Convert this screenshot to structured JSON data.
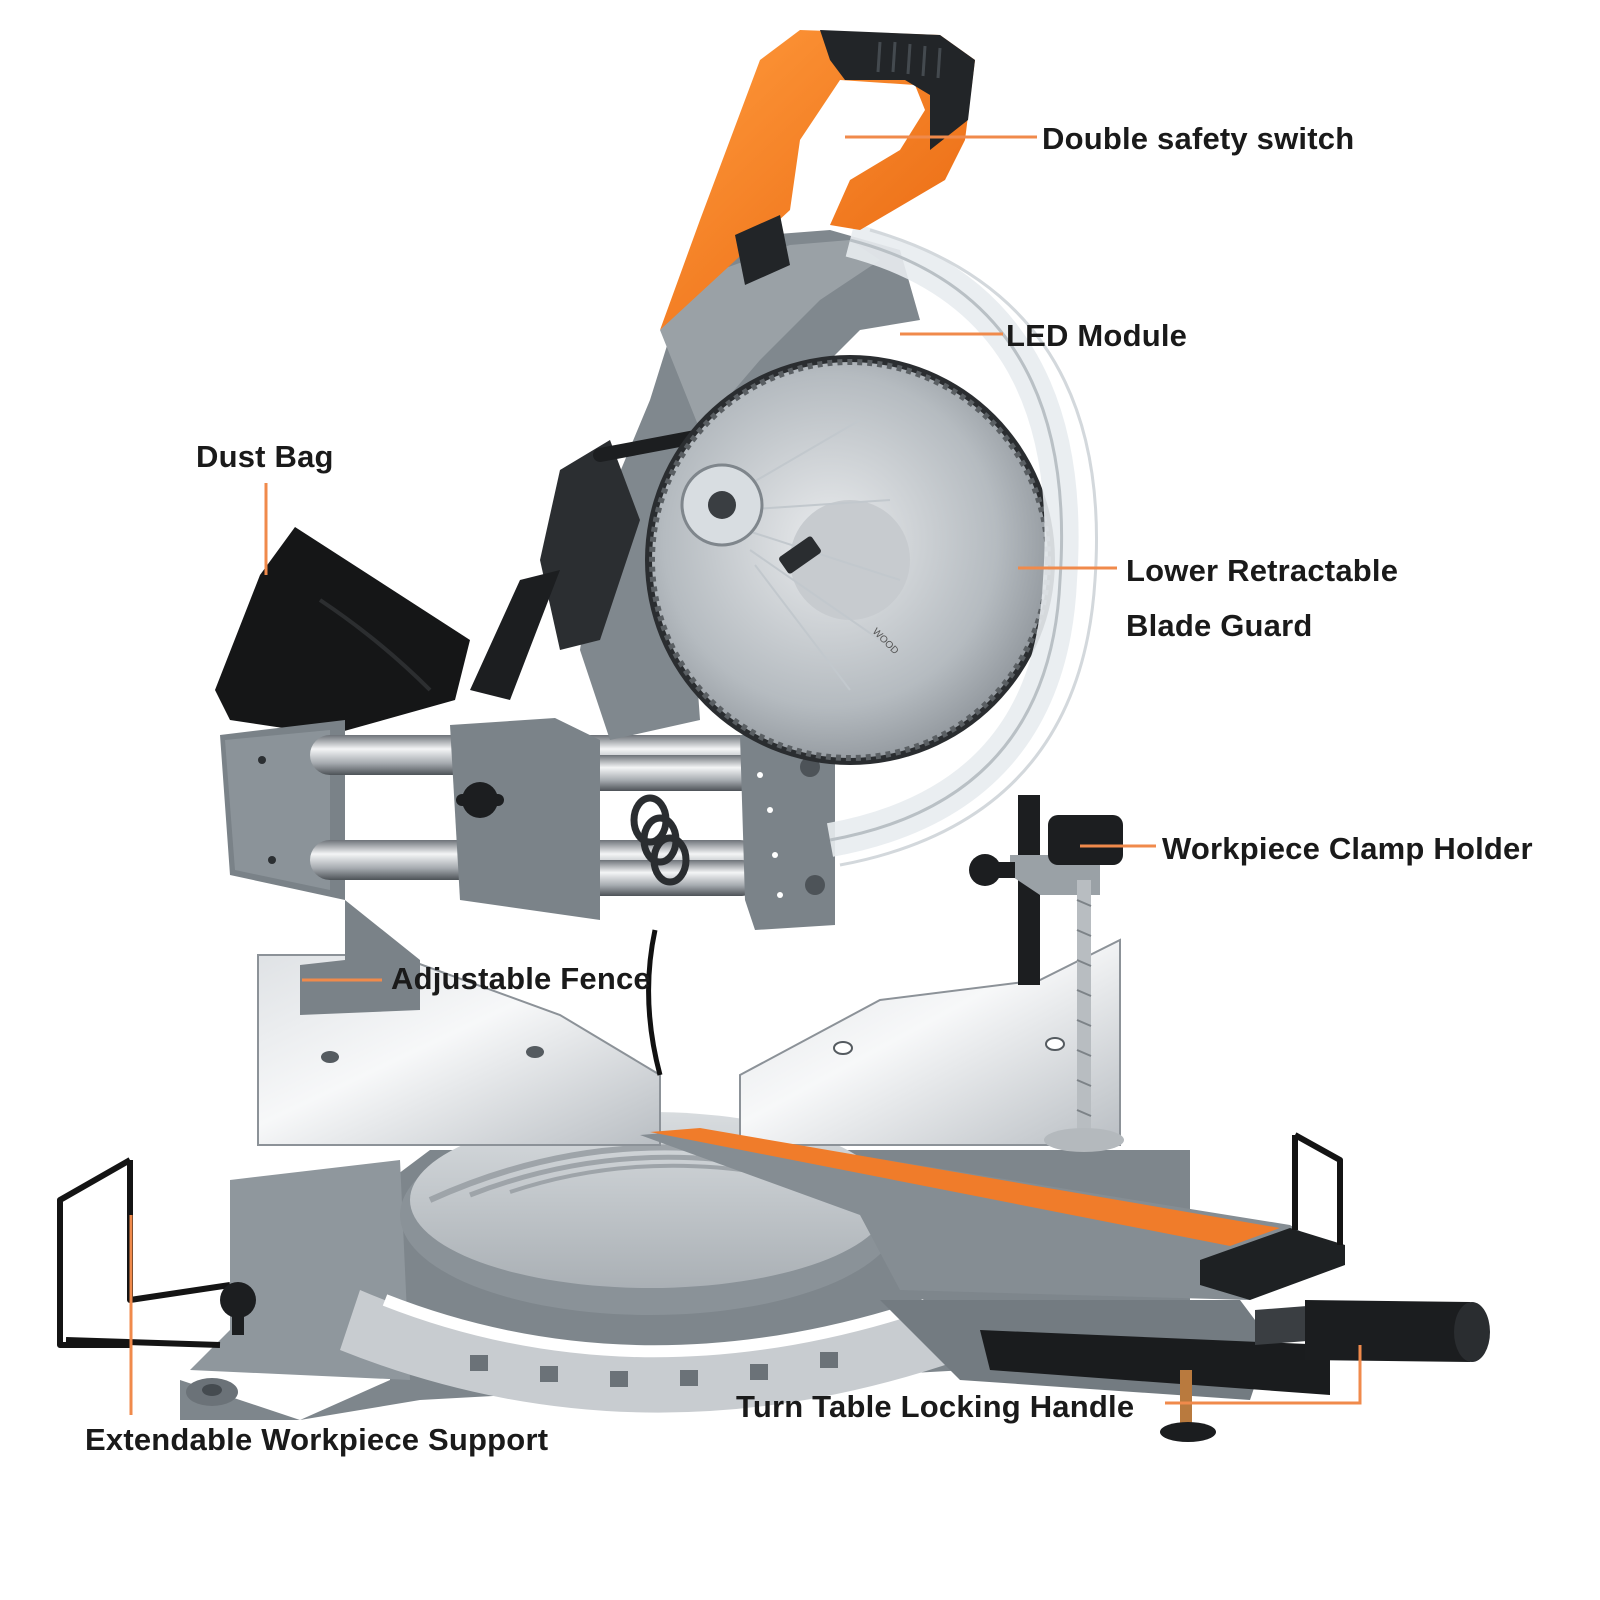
{
  "accent_color": "#f08a4b",
  "labels": {
    "double_safety_switch": "Double safety switch",
    "led_module": "LED Module",
    "dust_bag": "Dust Bag",
    "lower_blade_guard_line1": "Lower Retractable",
    "lower_blade_guard_line2": "Blade Guard",
    "workpiece_clamp_holder": "Workpiece Clamp Holder",
    "adjustable_fence": "Adjustable Fence",
    "turn_table_locking_handle": "Turn Table Locking Handle",
    "extendable_workpiece_support": "Extendable Workpiece Support"
  },
  "blade_marking": "WOOD"
}
